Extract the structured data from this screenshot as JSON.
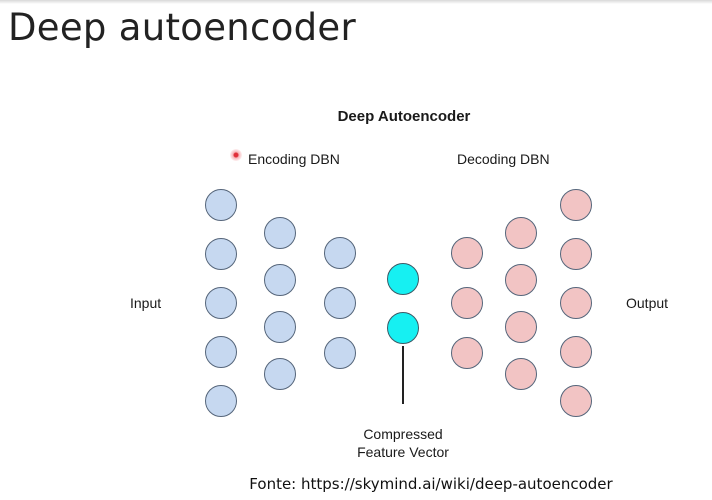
{
  "slide": {
    "title": "Deep autoencoder",
    "source": "Fonte: https://skymind.ai/wiki/deep-autoencoder"
  },
  "diagram": {
    "title": "Deep Autoencoder",
    "encoding_label": "Encoding DBN",
    "decoding_label": "Decoding DBN",
    "input_label": "Input",
    "output_label": "Output",
    "feature_label_line1": "Compressed",
    "feature_label_line2": "Feature Vector",
    "layers": [
      {
        "role": "encoder",
        "nodes": 5
      },
      {
        "role": "encoder",
        "nodes": 4
      },
      {
        "role": "encoder",
        "nodes": 3
      },
      {
        "role": "bottleneck",
        "nodes": 2
      },
      {
        "role": "decoder",
        "nodes": 3
      },
      {
        "role": "decoder",
        "nodes": 4
      },
      {
        "role": "decoder",
        "nodes": 5
      }
    ],
    "colors": {
      "encoder": "#c6d8f0",
      "bottleneck": "#16f0f2",
      "decoder": "#f2c4c4"
    }
  }
}
